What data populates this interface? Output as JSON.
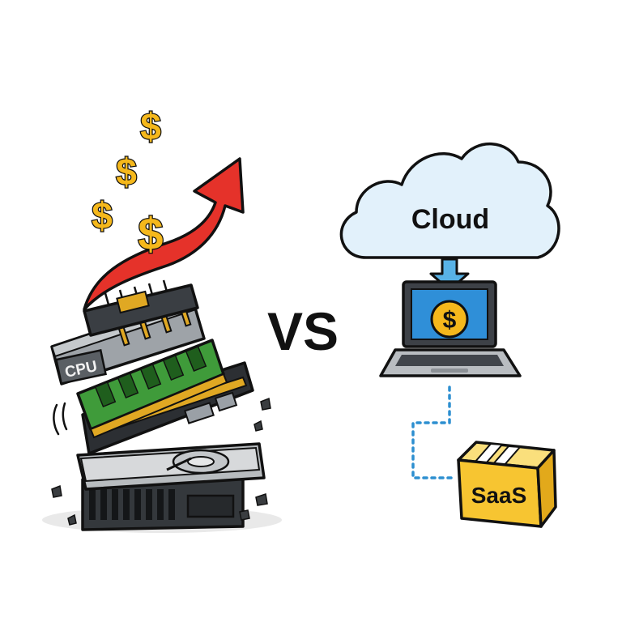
{
  "comparison": {
    "vs_label": "VS"
  },
  "hardware": {
    "cpu_label": "CPU",
    "dollar_glyph": "$",
    "dollar_count": 4,
    "arrow_color": "#e5322a",
    "board_green": "#3f9b3a",
    "coin_gold": "#f5b81c"
  },
  "cloud": {
    "label": "Cloud",
    "coin_glyph": "$",
    "arrow_color": "#58b2e6",
    "screen_color": "#2f8fd8"
  },
  "saas": {
    "label": "SaaS",
    "box_color": "#f7c531",
    "connector_color": "#2d8fd0"
  }
}
